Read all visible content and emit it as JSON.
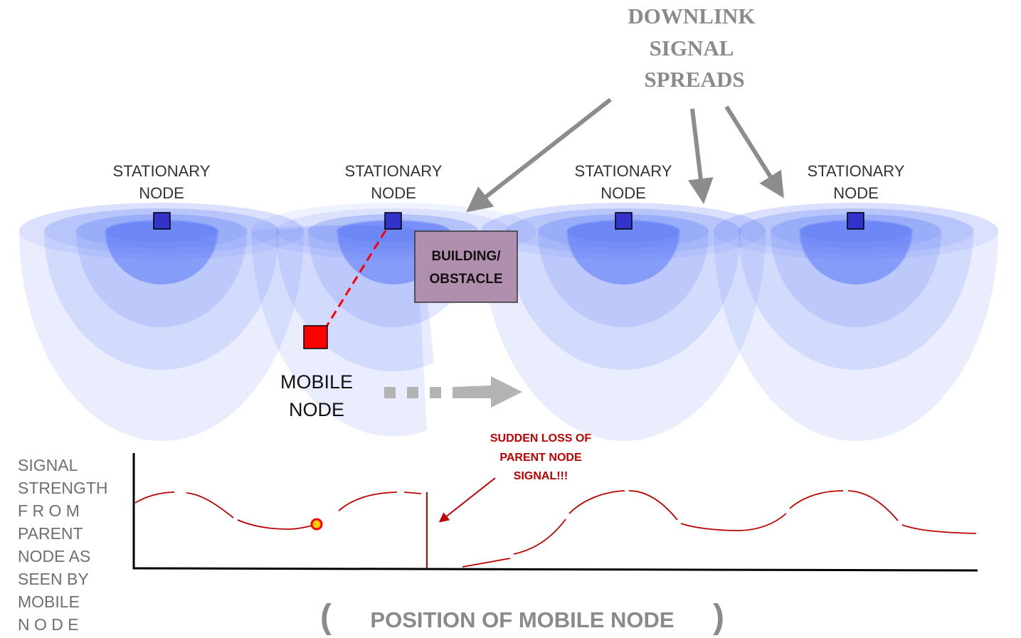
{
  "downlink_callout": {
    "lines": [
      "DOWNLINK",
      "SIGNAL",
      "SPREADS"
    ],
    "color": "#8a8a8a"
  },
  "stationary_nodes": [
    {
      "label_line1": "STATIONARY",
      "label_line2": "NODE"
    },
    {
      "label_line1": "STATIONARY",
      "label_line2": "NODE"
    },
    {
      "label_line1": "STATIONARY",
      "label_line2": "NODE"
    },
    {
      "label_line1": "STATIONARY",
      "label_line2": "NODE"
    }
  ],
  "obstacle": {
    "line1": "BUILDING/",
    "line2": "OBSTACLE",
    "fill": "#b08fae"
  },
  "mobile_node": {
    "line1": "MOBILE",
    "line2": "NODE",
    "fill": "#ff0000"
  },
  "loss_callout": {
    "lines": [
      "SUDDEN LOSS OF",
      "PARENT NODE",
      "SIGNAL!!!"
    ],
    "color": "#c00000"
  },
  "y_axis_label": [
    "SIGNAL",
    "STRENGTH",
    "F R O M",
    "PARENT",
    "NODE AS",
    "SEEN  BY",
    "MOBILE",
    "N O D E"
  ],
  "x_axis_label": {
    "open": "(",
    "text": "POSITION OF MOBILE NODE",
    "close": ")"
  },
  "colors": {
    "node_fill": "#3333cc",
    "coverage": "#4d6ef5",
    "signal_curve": "#c00000",
    "arrow_grey": "#8c8c8c",
    "label_grey": "#6f6f6f"
  }
}
